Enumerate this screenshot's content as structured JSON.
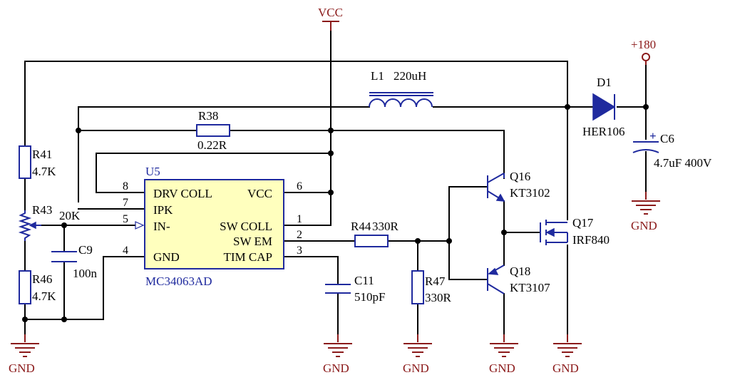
{
  "schematic": {
    "power": {
      "vcc": "VCC",
      "hv": "+180",
      "gnd": [
        "GND",
        "GND",
        "GND",
        "GND",
        "GND",
        "GND"
      ]
    },
    "ic": {
      "ref": "U5",
      "part": "MC34063AD",
      "pins": {
        "drv_coll": "DRV COLL",
        "ipk": "IPK",
        "in_minus": "IN-",
        "gnd": "GND",
        "vcc": "VCC",
        "sw_coll": "SW COLL",
        "sw_em": "SW EM",
        "tim_cap": "TIM CAP"
      },
      "pin_numbers": {
        "p8": "8",
        "p7": "7",
        "p5": "5",
        "p4": "4",
        "p6": "6",
        "p1": "1",
        "p2": "2",
        "p3": "3"
      }
    },
    "components": {
      "l1_ref": "L1",
      "l1_val": "220uH",
      "r38_ref": "R38",
      "r38_val": "0.22R",
      "r41_ref": "R41",
      "r41_val": "4.7K",
      "r43_ref": "R43",
      "r43_val": "20K",
      "r46_ref": "R46",
      "r46_val": "4.7K",
      "c9_ref": "C9",
      "c9_val": "100n",
      "r44_ref": "R44",
      "r44_val": "330R",
      "c11_ref": "C11",
      "c11_val": "510pF",
      "r47_ref": "R47",
      "r47_val": "330R",
      "q16_ref": "Q16",
      "q16_val": "KT3102",
      "q18_ref": "Q18",
      "q18_val": "KT3107",
      "q17_ref": "Q17",
      "q17_val": "IRF840",
      "d1_ref": "D1",
      "d1_val": "HER106",
      "c6_ref": "C6",
      "c6_val": "4.7uF 400V",
      "c6_polarity": "+"
    },
    "colors": {
      "wire": "#000000",
      "component": "#1f2a9e",
      "power_symbol": "#8b1a1a",
      "ic_body": "#ffffbe"
    }
  }
}
